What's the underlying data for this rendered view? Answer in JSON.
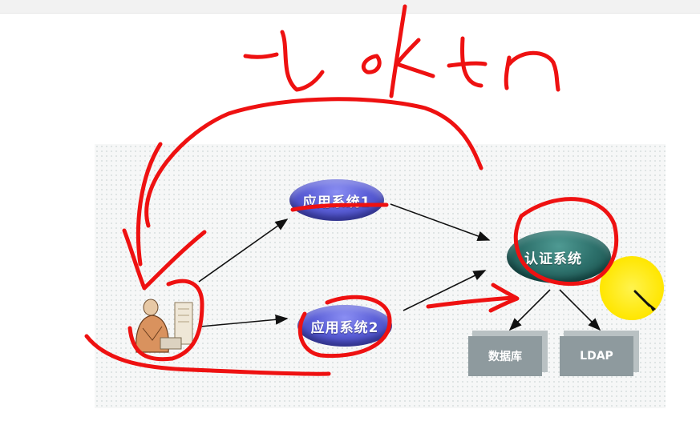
{
  "diagram": {
    "nodes": {
      "app_system_1": "应用系统1",
      "app_system_2": "应用系统2",
      "auth_system": "认证系统",
      "database": "数据库",
      "ldap": "LDAP"
    },
    "annotation_text": "token",
    "colors": {
      "app_node": "#5b5fd8",
      "auth_node": "#2c6f6a",
      "storage_box": "#8e9a9e",
      "ink": "#ee1111",
      "cursor_highlight": "#ffe600"
    },
    "icons": {
      "user": "person-at-desk-icon",
      "pen": "pen-icon"
    }
  }
}
